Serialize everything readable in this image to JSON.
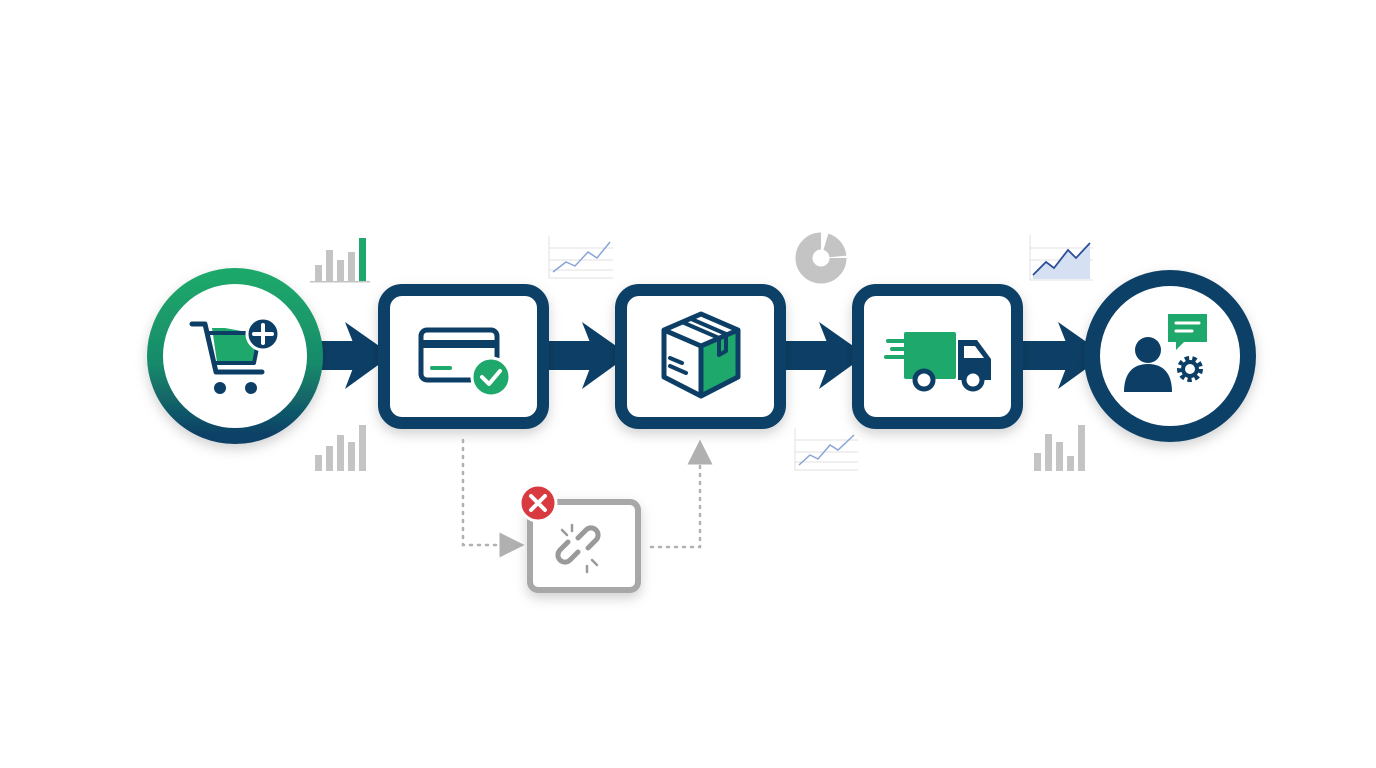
{
  "colors": {
    "primary": "#0d3f66",
    "accent": "#1fa86b",
    "muted": "#b8b8b8",
    "error": "#d83a3f",
    "line_chart": "#5a7fc0",
    "background": "#ffffff"
  },
  "steps": [
    {
      "id": "add-to-cart",
      "shape": "circle",
      "icon": "shopping-cart-plus-icon"
    },
    {
      "id": "payment",
      "shape": "rounded-square",
      "icon": "credit-card-check-icon"
    },
    {
      "id": "packaging",
      "shape": "rounded-square",
      "icon": "package-box-icon"
    },
    {
      "id": "shipping",
      "shape": "rounded-square",
      "icon": "delivery-truck-icon"
    },
    {
      "id": "customer-support",
      "shape": "circle",
      "icon": "user-chat-gear-icon"
    }
  ],
  "failure_branch": {
    "icon": "broken-link-icon",
    "badge": "error-x-icon",
    "from_step": "payment",
    "to_step": "packaging"
  },
  "decorations": [
    "bar-chart-icon",
    "bar-chart-icon",
    "line-chart-icon",
    "pie-chart-icon",
    "line-chart-icon",
    "area-chart-icon",
    "bar-chart-icon"
  ]
}
